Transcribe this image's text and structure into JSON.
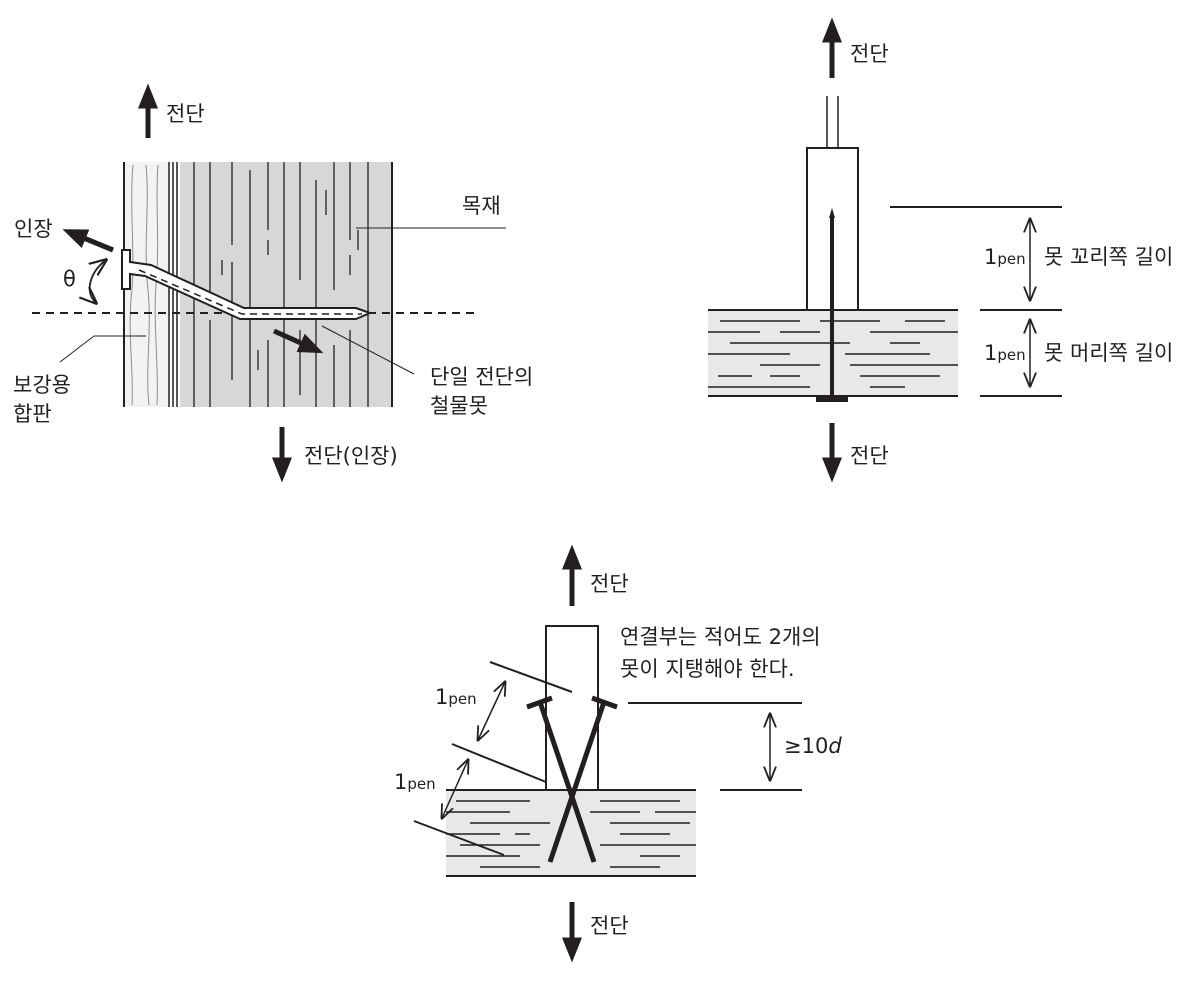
{
  "diagram_a": {
    "shear_top": "전단",
    "tension": "인장",
    "theta": "θ",
    "timber": "목재",
    "plywood_line1": "보강용",
    "plywood_line2": "합판",
    "nail_line1": "단일 전단의",
    "nail_line2": "철물못",
    "shear_bottom": "전단(인장)"
  },
  "diagram_b": {
    "shear_top": "전단",
    "shear_bottom": "전단",
    "pen_upper": "1",
    "pen_upper_sub": "pen",
    "tail_length": "못 꼬리쪽 길이",
    "pen_lower": "1",
    "pen_lower_sub": "pen",
    "head_length": "못 머리쪽 길이"
  },
  "diagram_c": {
    "shear_top": "전단",
    "shear_bottom": "전단",
    "note_line1": "연결부는 적어도 2개의",
    "note_line2": "못이 지탱해야 한다.",
    "pen_a": "1",
    "pen_a_sub": "pen",
    "pen_b": "1",
    "pen_b_sub": "pen",
    "spacing": "≥10",
    "spacing_var": "d"
  },
  "colors": {
    "ink": "#231f20",
    "timber_fill": "#d7d7d7",
    "plywood_fill": "#f2f2f2",
    "grain": "#231f20"
  }
}
